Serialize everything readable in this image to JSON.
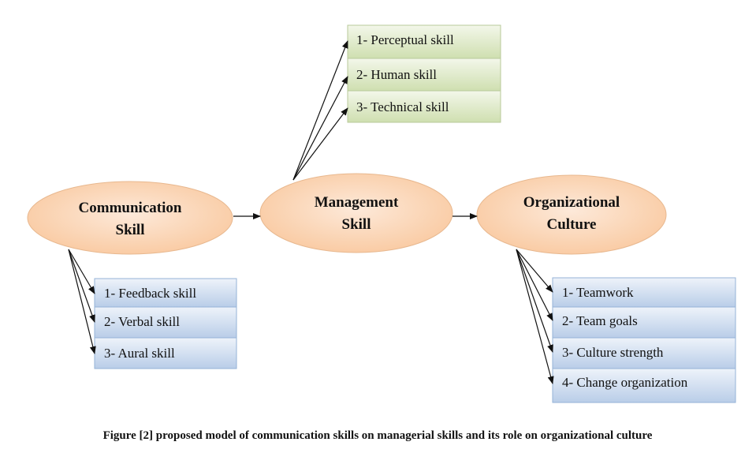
{
  "nodes": {
    "communication": {
      "line1": "Communication",
      "line2": "Skill"
    },
    "management": {
      "line1": "Management",
      "line2": "Skill"
    },
    "culture": {
      "line1": "Organizational",
      "line2": "Culture"
    }
  },
  "management_items": [
    "1- Perceptual skill",
    "2- Human skill",
    "3- Technical skill"
  ],
  "communication_items": [
    "1- Feedback skill",
    "2- Verbal skill",
    "3- Aural skill"
  ],
  "culture_items": [
    "1- Teamwork",
    "2- Team goals",
    "3- Culture strength",
    "4- Change organization"
  ],
  "caption": "Figure [2] proposed model of communication skills on managerial skills and its role on organizational culture",
  "colors": {
    "ellipse": "#fbd5b5",
    "green_box": "#d7e4bd",
    "blue_box": "#c6d9f1"
  }
}
